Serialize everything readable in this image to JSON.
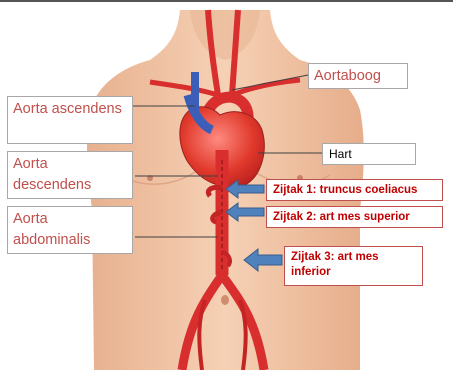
{
  "labels": {
    "aortaboog": "Aortaboog",
    "aorta_ascendens": "Aorta ascendens",
    "aorta_descendens": "Aorta descendens",
    "aorta_abdominalis": "Aorta abdominalis",
    "hart": "Hart"
  },
  "branches": {
    "zijtak1": "Zijtak 1: truncus coeliacus",
    "zijtak2": "Zijtak 2: art mes superior",
    "zijtak3": "Zijtak 3: art mes inferior"
  },
  "colors": {
    "label_text": "#c0504d",
    "branch_text": "#c00000",
    "arrow_fill": "#4f81bd",
    "artery": "#d92e2e",
    "skin": "#f2c3a0"
  }
}
